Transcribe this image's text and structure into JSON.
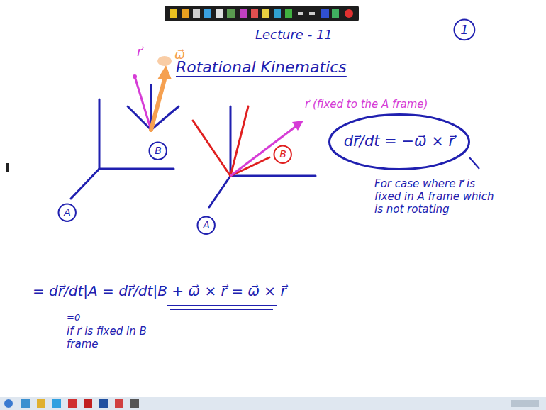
{
  "diagram": {
    "title": "Rotational Kinematics",
    "nodes": [
      {
        "text": [
          "1"
        ]
      },
      {
        "text": [
          "dr⃗/dt = −ω⃗ × r⃗"
        ]
      },
      {
        "text": [
          "B"
        ]
      },
      {
        "text": [
          "B"
        ]
      },
      {
        "text": [
          "A"
        ]
      },
      {
        "text": [
          "A"
        ]
      }
    ],
    "labels": [
      "Lecture - 11",
      "r⃗",
      "ω⃗",
      "r⃗ (fixed to the A frame)",
      "For case where r⃗ is fixed in A frame which is not rotating",
      "= dr⃗/dt|A = dr⃗/dt|B + ω⃗ × r⃗ = ω⃗ × r⃗",
      "=0",
      "if r⃗ is fixed in B frame"
    ]
  }
}
